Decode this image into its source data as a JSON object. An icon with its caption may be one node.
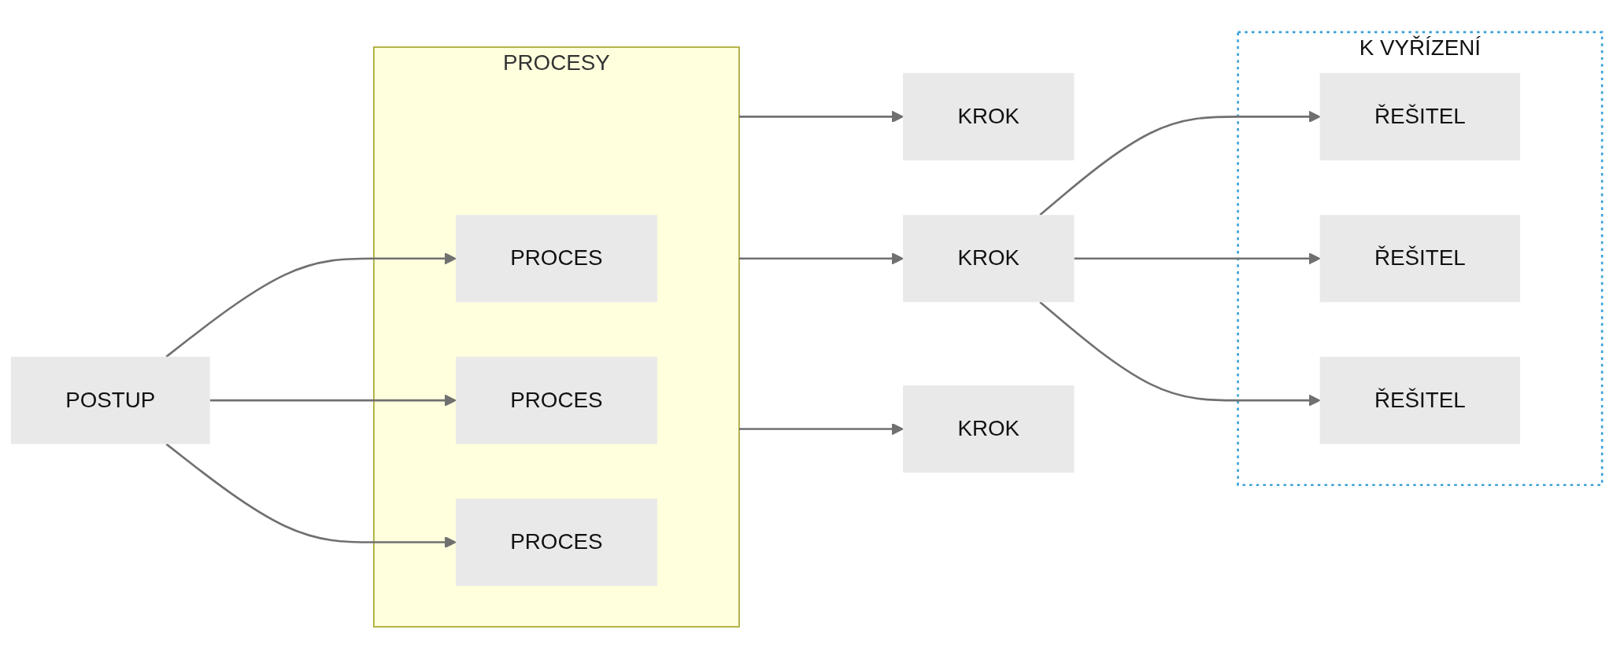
{
  "diagram": {
    "nodes": [
      {
        "text": [
          "POSTUP"
        ]
      },
      {
        "text": [
          "PROCESY"
        ]
      },
      {
        "text": [
          "PROCES"
        ],
        "in": 1
      },
      {
        "text": [
          "PROCES"
        ],
        "in": 1
      },
      {
        "text": [
          "PROCES"
        ],
        "in": 1
      },
      {
        "text": [
          "KROK"
        ]
      },
      {
        "text": [
          "KROK"
        ]
      },
      {
        "text": [
          "KROK"
        ]
      },
      {
        "text": [
          "K VYŘÍZENÍ"
        ]
      },
      {
        "text": [
          "ŘEŠITEL"
        ],
        "in": 8
      },
      {
        "text": [
          "ŘEŠITEL"
        ],
        "in": 8
      },
      {
        "text": [
          "ŘEŠITEL"
        ],
        "in": 8
      }
    ],
    "edges": [
      {
        "from": 0,
        "to": 2,
        "arrow": "to"
      },
      {
        "from": 0,
        "to": 3,
        "arrow": "to"
      },
      {
        "from": 0,
        "to": 4,
        "arrow": "to"
      },
      {
        "from": 1,
        "to": 5,
        "arrow": "to"
      },
      {
        "from": 1,
        "to": 6,
        "arrow": "to"
      },
      {
        "from": 1,
        "to": 7,
        "arrow": "to"
      },
      {
        "from": 6,
        "to": 9,
        "arrow": "to"
      },
      {
        "from": 6,
        "to": 10,
        "arrow": "to"
      },
      {
        "from": 6,
        "to": 11,
        "arrow": "to"
      }
    ]
  }
}
